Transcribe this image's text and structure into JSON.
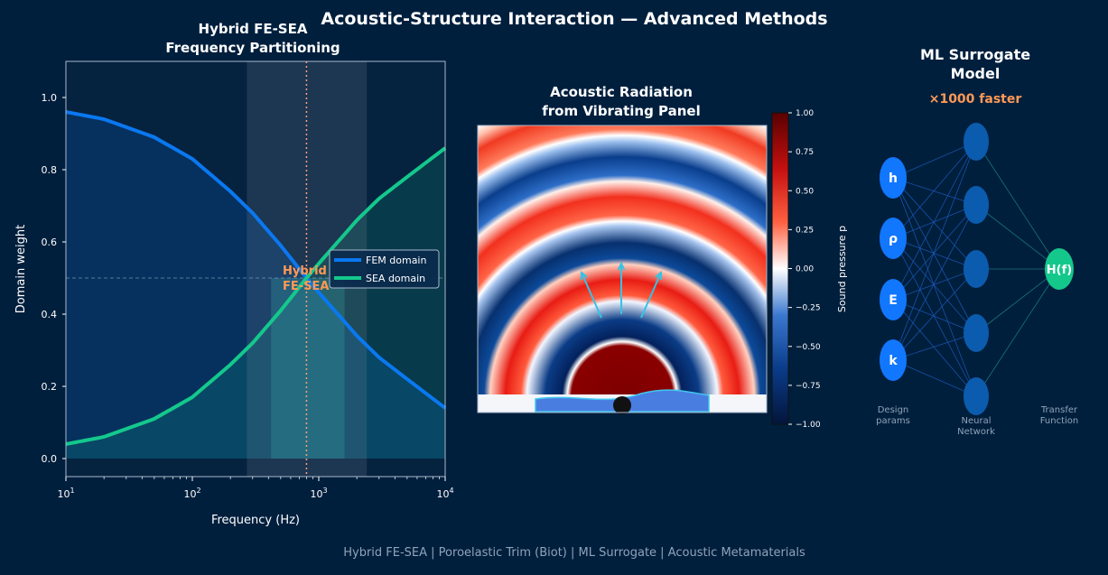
{
  "suptitle": "Acoustic-Structure Interaction — Advanced Methods",
  "footer": "Hybrid FE-SEA  |  Poroelastic Trim (Biot)  |  ML Surrogate  |  Acoustic Metamaterials",
  "colors": {
    "background": "#001f3d",
    "fem": "#0a78f0",
    "sea": "#14c88c",
    "accent": "#ff9955",
    "arrow": "#33c4e6"
  },
  "chart_data": [
    {
      "type": "line",
      "title_lines": [
        "Hybrid FE-SEA",
        "Frequency Partitioning"
      ],
      "xlabel": "Frequency (Hz)",
      "ylabel": "Domain weight",
      "xscale": "log",
      "xlim": [
        10,
        10000
      ],
      "ylim": [
        -0.05,
        1.1
      ],
      "x_ticks": [
        {
          "base": "10",
          "exp": "1"
        },
        {
          "base": "10",
          "exp": "2"
        },
        {
          "base": "10",
          "exp": "3"
        },
        {
          "base": "10",
          "exp": "4"
        }
      ],
      "y_ticks": [
        "0.0",
        "0.2",
        "0.4",
        "0.6",
        "0.8",
        "1.0"
      ],
      "series": [
        {
          "name": "FEM domain",
          "color": "#0a78f0",
          "x": [
            10,
            20,
            50,
            100,
            200,
            300,
            500,
            800,
            1000,
            1500,
            2000,
            3000,
            5000,
            10000
          ],
          "y": [
            0.96,
            0.94,
            0.89,
            0.83,
            0.74,
            0.68,
            0.59,
            0.5,
            0.46,
            0.39,
            0.34,
            0.28,
            0.22,
            0.14
          ]
        },
        {
          "name": "SEA domain",
          "color": "#14c88c",
          "x": [
            10,
            20,
            50,
            100,
            200,
            300,
            500,
            800,
            1000,
            1500,
            2000,
            3000,
            5000,
            10000
          ],
          "y": [
            0.04,
            0.06,
            0.11,
            0.17,
            0.26,
            0.32,
            0.41,
            0.5,
            0.54,
            0.61,
            0.66,
            0.72,
            0.78,
            0.86
          ]
        }
      ],
      "hybrid_band_hz": [
        270,
        2400
      ],
      "inner_band_hz": [
        420,
        1600
      ],
      "crossover_hz": 800,
      "reference_y": 0.5,
      "annotation": "Hybrid\nFE-SEA",
      "legend_position": "center-right",
      "grid": false
    },
    {
      "type": "heatmap",
      "title_lines": [
        "Acoustic Radiation",
        "from Vibrating Panel"
      ],
      "colorbar_label": "Sound pressure p",
      "colorbar_range": [
        -1.0,
        1.0
      ],
      "colorbar_ticks": [
        "1.00",
        "0.75",
        "0.50",
        "0.25",
        "0.00",
        "−0.25",
        "−0.50",
        "−0.75",
        "−1.00"
      ]
    },
    {
      "type": "diagram",
      "title_lines": [
        "ML Surrogate",
        "Model"
      ],
      "speedup": "×1000 faster",
      "inputs": [
        "h",
        "ρ",
        "E",
        "k"
      ],
      "hidden_count": 5,
      "output": "H(f)",
      "layer_labels": [
        [
          "Design",
          "params"
        ],
        [
          "Neural",
          "Network"
        ],
        [
          "Transfer",
          "Function"
        ]
      ]
    }
  ]
}
